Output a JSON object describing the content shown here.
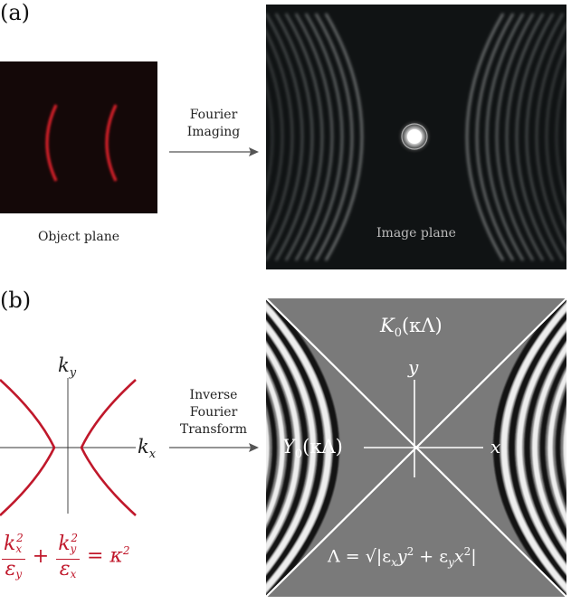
{
  "panel_a": {
    "label": "(a)",
    "object_caption": "Object plane",
    "arrow_line1": "Fourier",
    "arrow_line2": "Imaging",
    "image_caption": "Image plane"
  },
  "panel_b": {
    "label": "(b)",
    "axis_ky": "k",
    "axis_ky_sub": "y",
    "axis_kx": "k",
    "axis_kx_sub": "x",
    "arrow_line1": "Inverse",
    "arrow_line2": "Fourier",
    "arrow_line3": "Transform",
    "func_K": "K",
    "func_K_sub": "0",
    "func_K_arg": "(κΛ)",
    "func_Y": "Y",
    "func_Y_sub": "0",
    "func_Y_arg": "(κΛ)",
    "axis_y": "y",
    "axis_x": "x",
    "lambda_eq": "Λ = √|ε",
    "lambda_sub1": "x",
    "lambda_mid": "y",
    "lambda_sup1": "2",
    "lambda_plus": " + ε",
    "lambda_sub2": "y",
    "lambda_end": "x",
    "lambda_sup2": "2",
    "lambda_close": "|",
    "eq_kx": "k",
    "eq_kx_sub": "x",
    "eq_kx_sup": "2",
    "eq_ey": "ε",
    "eq_ey_sub": "y",
    "eq_plus": "+",
    "eq_ky": "k",
    "eq_ky_sub": "y",
    "eq_ky_sup": "2",
    "eq_ex": "ε",
    "eq_ex_sub": "x",
    "eq_equals": "= κ",
    "eq_equals_sup": "2"
  },
  "colors": {
    "red": "#c0182b",
    "arrow": "#555555",
    "dark_bg": "#101010",
    "gray_bg": "#7a7a7a"
  }
}
